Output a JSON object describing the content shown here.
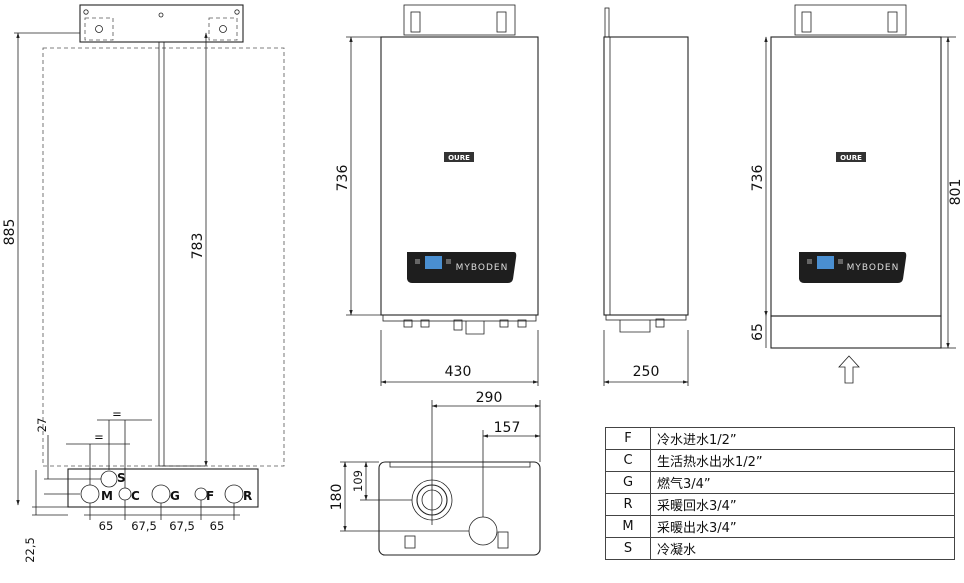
{
  "front_wall_view": {
    "dimensions": {
      "overall_height": "885",
      "mount_height": "783",
      "pipe_offset_top": "27",
      "pipe_offset_bottom": "22,5",
      "equal_mark_1": "=",
      "equal_mark_2": "=",
      "spacing": [
        "65",
        "67,5",
        "67,5",
        "65"
      ]
    },
    "connections": [
      "M",
      "C",
      "G",
      "F",
      "R"
    ],
    "condensate": "S"
  },
  "front_view": {
    "height": "736",
    "width": "430",
    "logo": "OURE",
    "brand": "MYBODEN"
  },
  "side_view": {
    "depth": "250"
  },
  "rear_view": {
    "height": "736",
    "total_height": "801",
    "bottom_cover": "65",
    "logo": "OURE",
    "brand": "MYBODEN"
  },
  "bottom_view": {
    "width": "290",
    "offset": "157",
    "depth": "180",
    "center_depth": "109"
  },
  "legend": [
    {
      "code": "F",
      "desc": "冷水进水1/2”"
    },
    {
      "code": "C",
      "desc": "生活热水出水1/2”"
    },
    {
      "code": "G",
      "desc": "燃气3/4”"
    },
    {
      "code": "R",
      "desc": "采暖回水3/4”"
    },
    {
      "code": "M",
      "desc": "采暖出水3/4”"
    },
    {
      "code": "S",
      "desc": "冷凝水"
    }
  ]
}
